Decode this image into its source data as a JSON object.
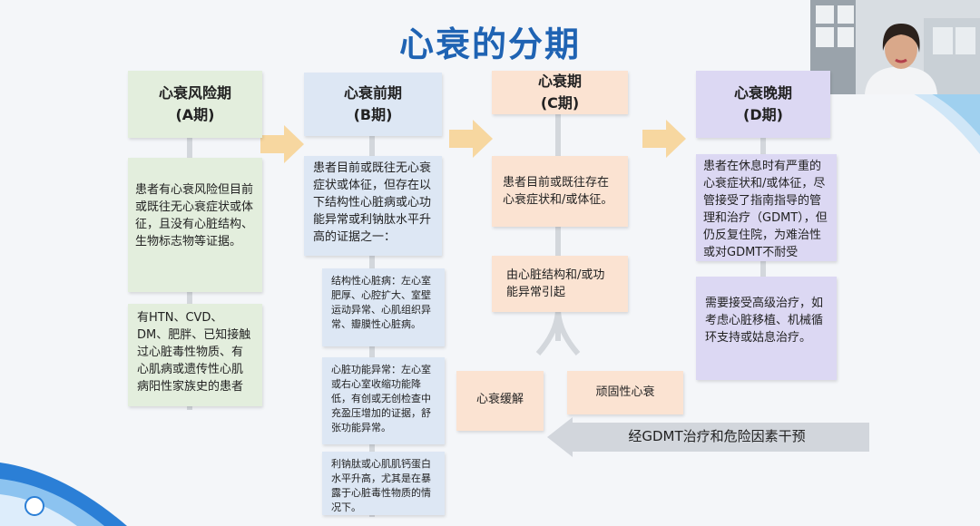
{
  "title": "心衰的分期",
  "stages": [
    {
      "name": "心衰风险期",
      "code": "(A期)"
    },
    {
      "name": "心衰前期",
      "code": "(B期)"
    },
    {
      "name": "心衰期",
      "code": "(C期)"
    },
    {
      "name": "心衰晚期",
      "code": "(D期)"
    }
  ],
  "a_desc": "患者有心衰风险但目前或既往无心衰症状或体征，且没有心脏结构、生物标志物等证据。",
  "a_examples": "有HTN、CVD、DM、肥胖、已知接触过心脏毒性物质、有心肌病或遗传性心肌病阳性家族史的患者",
  "b_desc": "患者目前或既往无心衰症状或体征，但存在以下结构性心脏病或心功能异常或利钠肽水平升高的证据之一：",
  "b_items": [
    "结构性心脏病：左心室肥厚、心腔扩大、室壁运动异常、心肌组织异常、瓣膜性心脏病。",
    "心脏功能异常：左心室或右心室收缩功能降低，有创或无创检查中充盈压增加的证据，舒张功能异常。",
    "利钠肽或心肌肌钙蛋白水平升高，尤其是在暴露于心脏毒性物质的情况下。"
  ],
  "c_desc": "患者目前或既往存在心衰症状和/或体征。",
  "c_cause": "由心脏结构和/或功能异常引起",
  "c_remission": "心衰缓解",
  "c_persistent": "顽固性心衰",
  "d_desc": "患者在休息时有严重的心衰症状和/或体征，尽管接受了指南指导的管理和治疗（GDMT），但仍反复住院，为难治性或对GDMT不耐受",
  "d_treatment": "需要接受高级治疗，如考虑心脏移植、机械循环支持或姑息治疗。",
  "intervention": "经GDMT治疗和危险因素干预",
  "colors": {
    "title": "#1f63b3",
    "a": "#e3eedd",
    "b": "#dde7f4",
    "c": "#fbe3d2",
    "d": "#dcd8f3",
    "arrow": "#f7d7a0",
    "gray_arrow": "#d2d6dc"
  }
}
